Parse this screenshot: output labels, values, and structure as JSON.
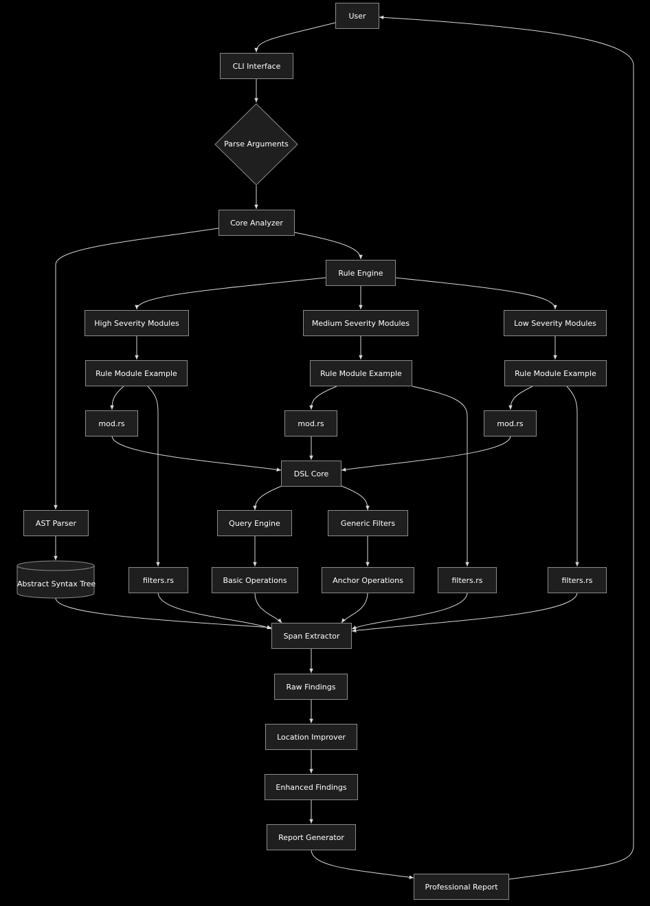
{
  "nodes": {
    "user": "User",
    "cli": "CLI Interface",
    "parse": "Parse Arguments",
    "core": "Core Analyzer",
    "rule_engine": "Rule Engine",
    "high": "High Severity Modules",
    "medium": "Medium Severity Modules",
    "low": "Low Severity Modules",
    "rme_high": "Rule Module Example",
    "rme_medium": "Rule Module Example",
    "rme_low": "Rule Module Example",
    "mod_high": "mod.rs",
    "mod_medium": "mod.rs",
    "mod_low": "mod.rs",
    "dsl": "DSL Core",
    "ast_parser": "AST Parser",
    "query": "Query Engine",
    "generic": "Generic Filters",
    "ast": "Abstract Syntax Tree",
    "filters_high": "filters.rs",
    "basic": "Basic Operations",
    "anchor": "Anchor Operations",
    "filters_medium": "filters.rs",
    "filters_low": "filters.rs",
    "span": "Span Extractor",
    "raw": "Raw Findings",
    "location": "Location Improver",
    "enhanced": "Enhanced Findings",
    "report_gen": "Report Generator",
    "report": "Professional Report"
  },
  "colors": {
    "background": "#000000",
    "node_fill": "#1f1f1f",
    "node_border": "#8c8c8c",
    "edge": "#d9d9d9",
    "text": "#ffffff"
  }
}
